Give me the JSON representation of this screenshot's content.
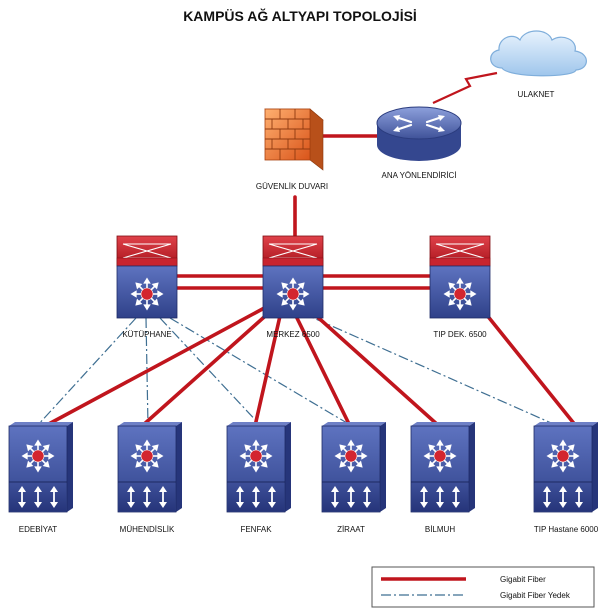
{
  "title": "KAMPÜS AĞ ALTYAPI TOPOLOJİSİ",
  "colors": {
    "fiber": "#c0151d",
    "backup": "#3f6f92",
    "switch_blue": "#3b4f9a",
    "switch_red": "#c8242f",
    "router": "#4a5fa8",
    "firewall": "#e0621e",
    "cloud": "#9fc6ec"
  },
  "nodes": {
    "cloud": {
      "label": "ULAKNET",
      "icon": "cloud-icon"
    },
    "router": {
      "label": "ANA YÖNLENDİRİCİ",
      "icon": "router-icon"
    },
    "firewall": {
      "label": "GÜVENLİK DUVARI",
      "icon": "firewall-icon"
    },
    "core": [
      {
        "id": "kutuphane",
        "label": "KÜTÜPHANE",
        "icon": "core-switch-icon"
      },
      {
        "id": "merkez",
        "label": "MERKEZ 6500",
        "icon": "core-switch-icon"
      },
      {
        "id": "tipdek",
        "label": "TIP DEK. 6500",
        "icon": "core-switch-icon"
      }
    ],
    "access": [
      {
        "id": "edebiyat",
        "label": "EDEBİYAT",
        "icon": "access-switch-icon"
      },
      {
        "id": "muhendislik",
        "label": "MÜHENDİSLİK",
        "icon": "access-switch-icon"
      },
      {
        "id": "fenfak",
        "label": "FENFAK",
        "icon": "access-switch-icon"
      },
      {
        "id": "ziraat",
        "label": "ZİRAAT",
        "icon": "access-switch-icon"
      },
      {
        "id": "bilmuh",
        "label": "BİLMUH",
        "icon": "access-switch-icon"
      },
      {
        "id": "tiphastane",
        "label": "TIP Hastane 6000",
        "icon": "access-switch-icon"
      }
    ]
  },
  "links": {
    "fiber": [
      [
        "firewall",
        "router"
      ],
      [
        "firewall",
        "merkez"
      ],
      [
        "kutuphane",
        "merkez"
      ],
      [
        "merkez",
        "tipdek"
      ],
      [
        "merkez",
        "edebiyat"
      ],
      [
        "merkez",
        "muhendislik"
      ],
      [
        "merkez",
        "fenfak"
      ],
      [
        "merkez",
        "ziraat"
      ],
      [
        "merkez",
        "bilmuh"
      ],
      [
        "tipdek",
        "tiphastane"
      ]
    ],
    "backup": [
      [
        "kutuphane",
        "edebiyat"
      ],
      [
        "kutuphane",
        "muhendislik"
      ],
      [
        "kutuphane",
        "fenfak"
      ],
      [
        "kutuphane",
        "ziraat"
      ],
      [
        "merkez",
        "tiphastane"
      ]
    ],
    "wan": [
      [
        "router",
        "cloud"
      ]
    ]
  },
  "legend": {
    "fiber_label": "Gigabit Fiber",
    "backup_label": "Gigabit Fiber Yedek"
  }
}
